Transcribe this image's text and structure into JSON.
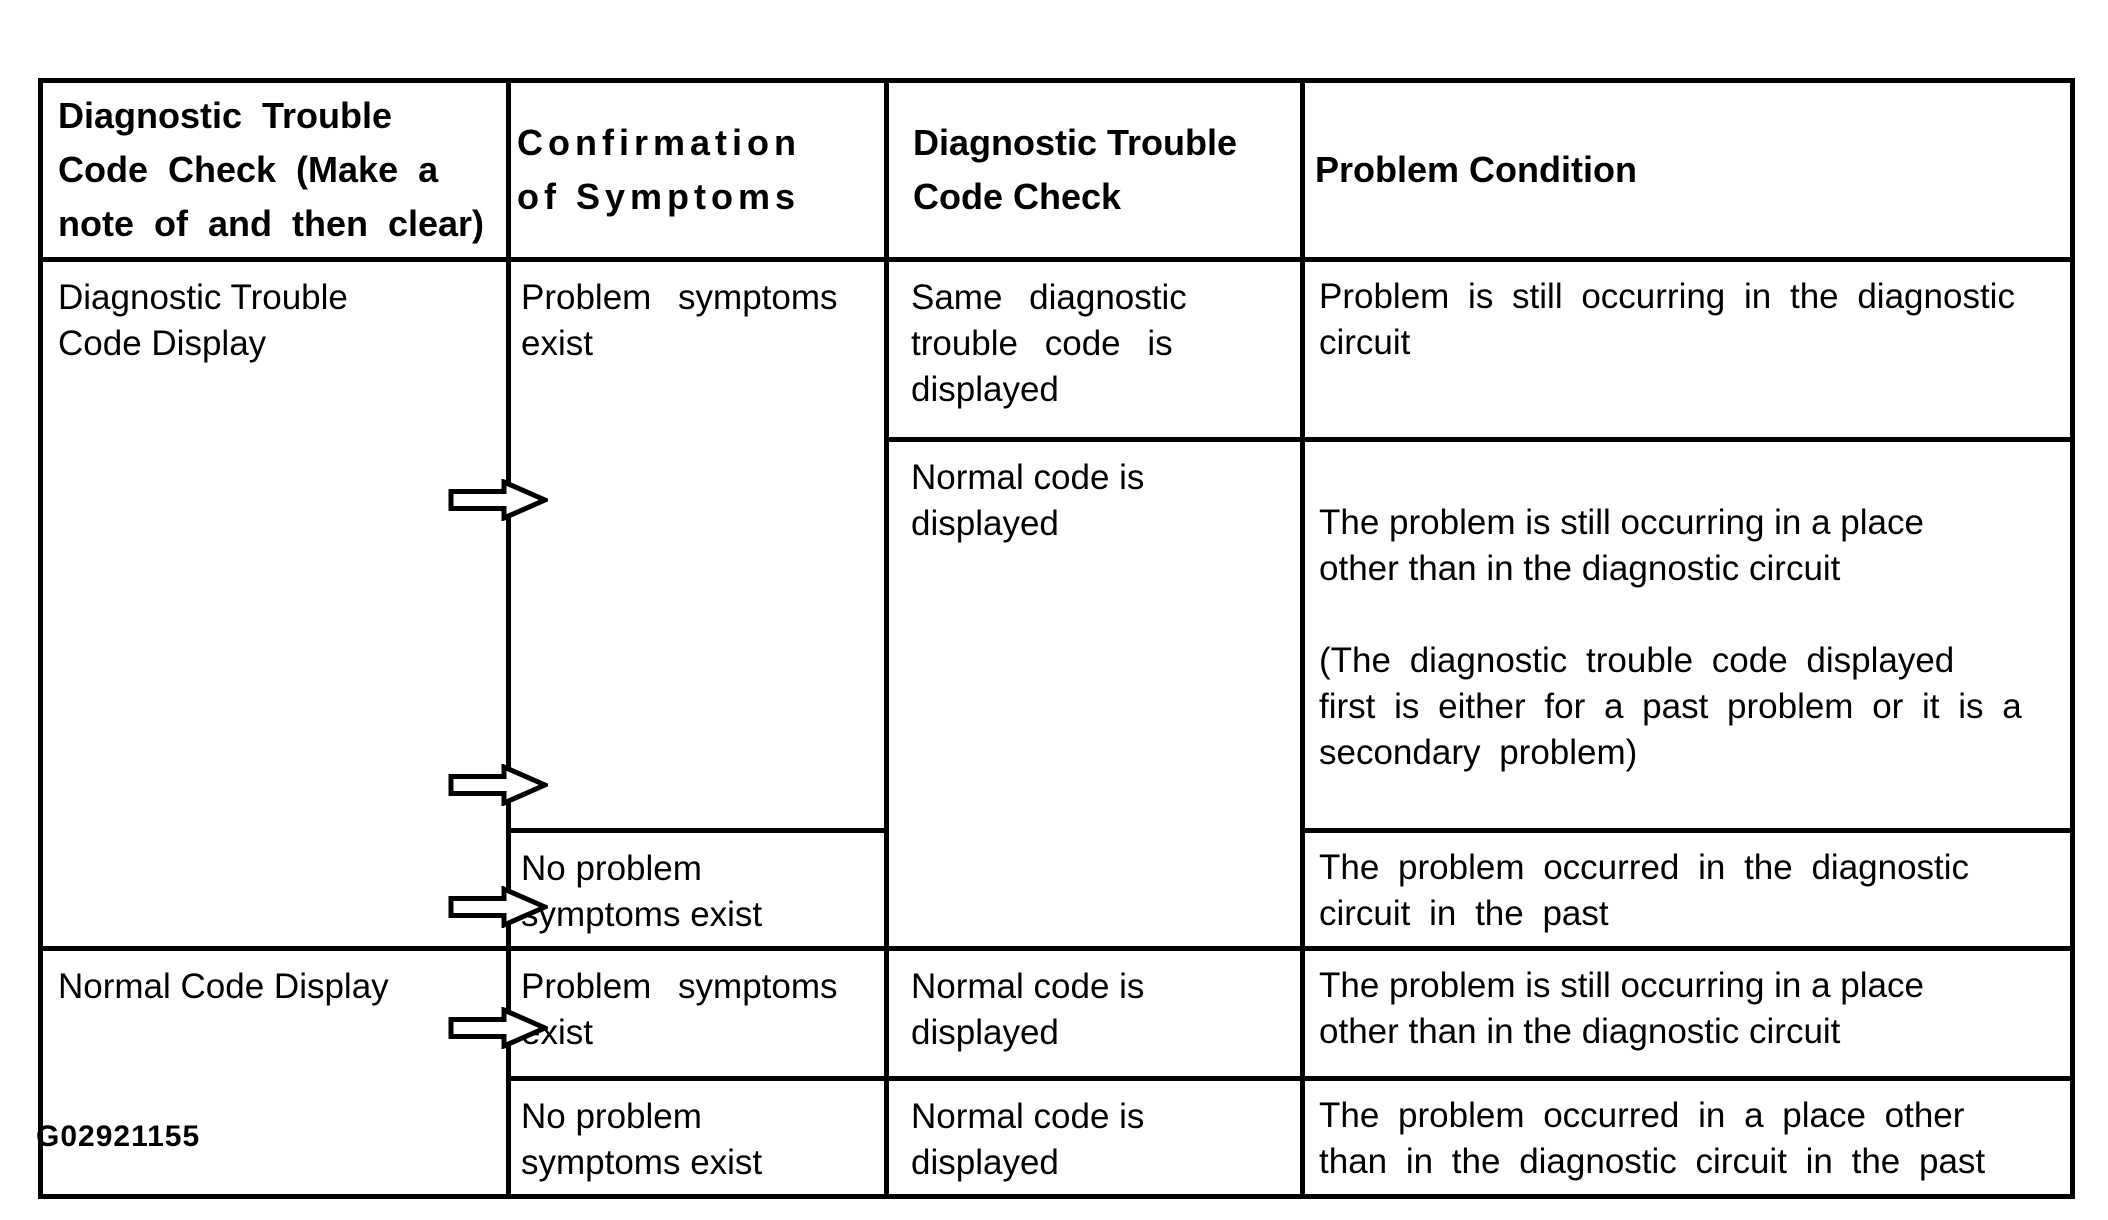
{
  "table": {
    "headers": {
      "col1": "Diagnostic Trouble\nCode Check (Make a\nnote of and then clear)",
      "col2": "Confirmation\nof Symptoms",
      "col3": "Diagnostic Trouble\nCode Check",
      "col4": "Problem Condition"
    },
    "cells": {
      "dtc_display": "Diagnostic Trouble\nCode Display",
      "normal_display": "Normal Code Display",
      "problem_symptoms_1": "Problem symptoms\nexist",
      "no_problem_symptoms_1": "No problem\nsymptoms exist",
      "problem_symptoms_2": "Problem symptoms\nexist",
      "no_problem_symptoms_2": "No problem\nsymptoms exist",
      "same_dtc": "Same diagnostic\ntrouble code is\ndisplayed",
      "normal_code_1": "Normal code is\ndisplayed",
      "normal_code_2": "Normal code is\ndisplayed",
      "normal_code_3": "Normal code is\ndisplayed",
      "cond_1": "Problem is still occurring in the diagnostic\ncircuit",
      "cond_2a": "The problem is still occurring in a place\nother than in the diagnostic circuit",
      "cond_2b": "(The diagnostic trouble code displayed\nfirst is either for a past problem or it is a\nsecondary problem)",
      "cond_3": "The problem occurred in the diagnostic\ncircuit in the past",
      "cond_4": "The problem is still occurring in a place\nother than in the diagnostic circuit",
      "cond_5": "The problem occurred in a place other\nthan in the diagnostic circuit in the past"
    }
  },
  "icons": {
    "flow_arrow": "right-block-arrow"
  },
  "figure_id": "G02921155",
  "colors": {
    "ink": "#000000",
    "paper": "#ffffff"
  }
}
